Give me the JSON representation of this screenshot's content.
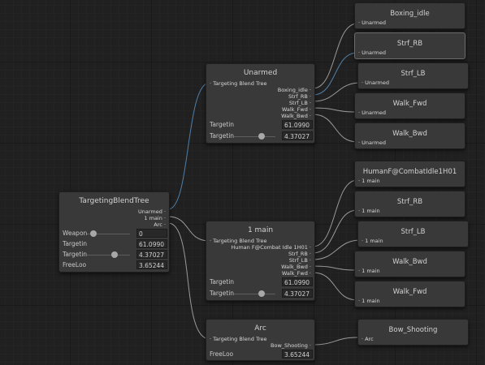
{
  "root": {
    "title": "TargetingBlendTree",
    "outputs": [
      "Unarmed",
      "1 main",
      "Arc"
    ],
    "params": [
      {
        "label": "Weapon",
        "value": "0",
        "slider": true,
        "level": 0.0
      },
      {
        "label": "Targetin",
        "value": "61.0990",
        "slider": false
      },
      {
        "label": "Targetin",
        "value": "4.37027",
        "slider": true,
        "level": 0.5
      },
      {
        "label": "FreeLoo",
        "value": "3.65244",
        "slider": false
      }
    ]
  },
  "unarmed": {
    "title": "Unarmed",
    "input": "Targeting Blend Tree",
    "outputs": [
      "Boxing_idle",
      "Strf_RB",
      "Strf_LB",
      "Walk_Fwd",
      "Walk_Bwd"
    ],
    "params": [
      {
        "label": "Targetin",
        "value": "61.0990",
        "slider": false
      },
      {
        "label": "Targetin",
        "value": "4.37027",
        "slider": true,
        "level": 0.5
      }
    ]
  },
  "main": {
    "title": "1 main",
    "input": "Targeting Blend Tree",
    "outputs": [
      "Human F@Combat Idle 1H01",
      "Strf_RB",
      "Strf_LB",
      "Walk_Bwd",
      "Walk_Fwd"
    ],
    "params": [
      {
        "label": "Targetin",
        "value": "61.0990",
        "slider": false
      },
      {
        "label": "Targetin",
        "value": "4.37027",
        "slider": true,
        "level": 0.5
      }
    ]
  },
  "arc": {
    "title": "Arc",
    "input": "Targeting Blend Tree",
    "outputs": [
      "Bow_Shooting"
    ],
    "params": [
      {
        "label": "FreeLoo",
        "value": "3.65244",
        "slider": false
      }
    ]
  },
  "clips": {
    "unarmed": [
      {
        "title": "Boxing_idle",
        "input": "Unarmed"
      },
      {
        "title": "Strf_RB",
        "input": "Unarmed"
      },
      {
        "title": "Strf_LB",
        "input": "Unarmed"
      },
      {
        "title": "Walk_Fwd",
        "input": "Unarmed"
      },
      {
        "title": "Walk_Bwd",
        "input": "Unarmed"
      }
    ],
    "main": [
      {
        "title": "HumanF@CombatIdle1H01",
        "input": "1 main"
      },
      {
        "title": "Strf_RB",
        "input": "1 main"
      },
      {
        "title": "Strf_LB",
        "input": "1 main"
      },
      {
        "title": "Walk_Bwd",
        "input": "1 main"
      },
      {
        "title": "Walk_Fwd",
        "input": "1 main"
      }
    ],
    "arc": [
      {
        "title": "Bow_Shooting",
        "input": "Arc"
      }
    ]
  },
  "colors": {
    "wire": "#9a9a9a",
    "wire_active": "#4f7fa8",
    "node_bg": "#393939",
    "field_bg": "#282828"
  }
}
